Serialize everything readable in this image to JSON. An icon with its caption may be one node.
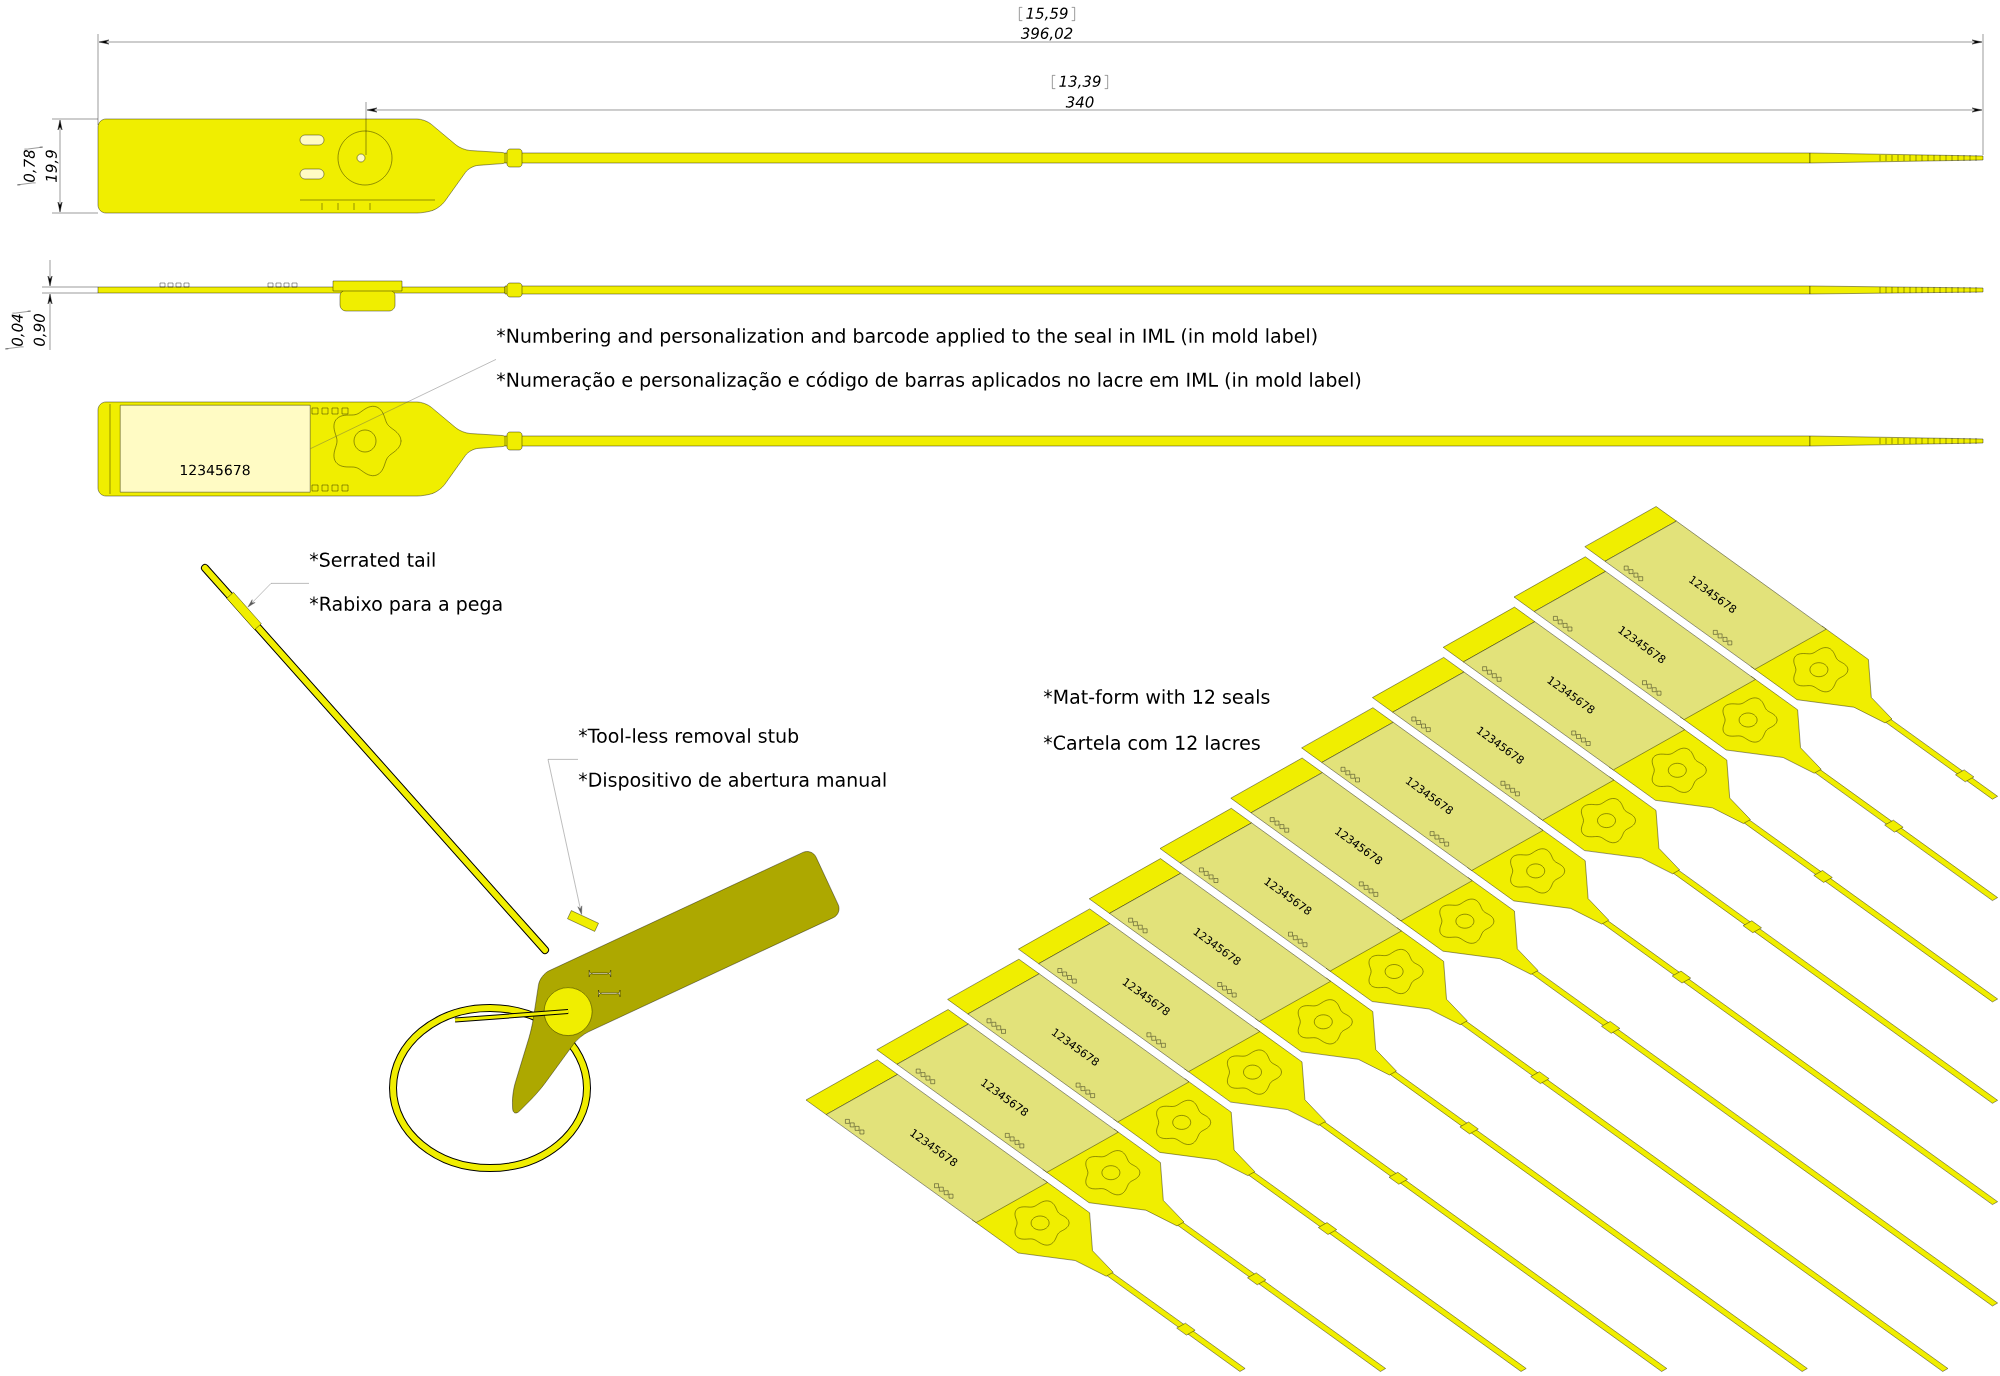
{
  "diagram": {
    "nodes": [
      {
        "text": [
          "*Numbering and personalization and barcode applied to the seal in IML (in mold label)",
          "*Numeração e personalização e código de barras aplicados no lacre em IML (in mold label)"
        ]
      },
      {
        "text": [],
        "shape": "box"
      },
      {
        "text": [
          "*Serrated tail",
          "*Rabixo para a pega"
        ]
      },
      {
        "text": [],
        "shape": "picture"
      },
      {
        "text": [
          "*Tool-less removal stub",
          "*Dispositivo de abertura manual"
        ]
      },
      {
        "text": [],
        "shape": "picture"
      }
    ],
    "edges": [
      {
        "from": 0,
        "to": 1,
        "arrow": "none"
      },
      {
        "from": 2,
        "to": 3,
        "arrow": "to"
      },
      {
        "from": 4,
        "to": 5,
        "arrow": "to"
      }
    ],
    "labels": [
      "15,59",
      "396,02",
      "13,39",
      "340",
      "0,78",
      "19,9",
      "0,04",
      "0,90",
      "12345678",
      "*Mat-form with 12 seals",
      "*Cartela com 12 lacres",
      "12345678",
      "12345678",
      "12345678",
      "12345678",
      "12345678",
      "12345678",
      "12345678",
      "12345678",
      "12345678",
      "12345678",
      "12345678",
      "12345678"
    ]
  }
}
